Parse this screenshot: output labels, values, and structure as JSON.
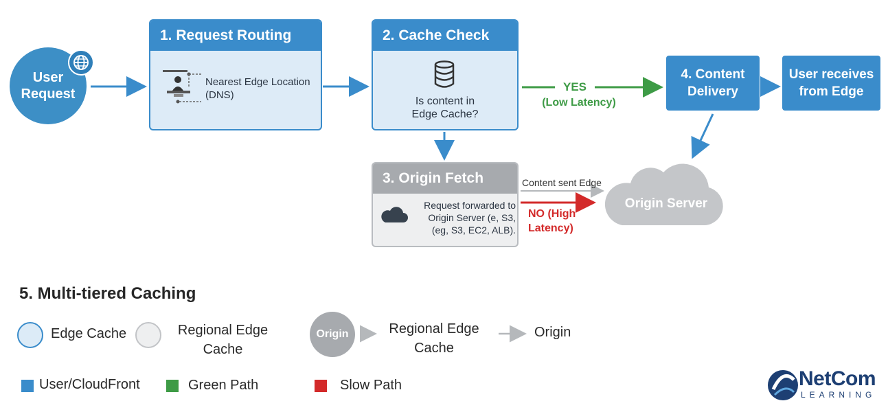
{
  "user_request": {
    "line1": "User",
    "line2": "Request"
  },
  "step1": {
    "title": "1. Request Routing",
    "text_line1": "Nearest Edge Location",
    "text_line2": "(DNS)"
  },
  "step2": {
    "title": "2. Cache Check",
    "text_line1": "Is content in",
    "text_line2": "Edge Cache?"
  },
  "yes_path": {
    "label": "YES",
    "sub": "(Low Latency)"
  },
  "step4": {
    "line1": "4. Content",
    "line2": "Delivery"
  },
  "user_receives": {
    "line1": "User receives",
    "line2": "from Edge"
  },
  "step3": {
    "title": "3. Origin Fetch",
    "text_line1": "Request forwarded to",
    "text_line2": "Origin Server (e, S3,",
    "text_line3": "(eg, S3, EC2, ALB)."
  },
  "content_sent": "Content sent Edge",
  "no_path": {
    "line1": "NO (High",
    "line2": "Latency)"
  },
  "origin_server": "Origin Server",
  "caching": {
    "title": "5. Multi-tiered Caching",
    "edge_cache": "Edge Cache",
    "regional_line1": "Regional Edge",
    "regional_line2": "Cache",
    "origin_badge": "Origin",
    "flow_regional_line1": "Regional Edge",
    "flow_regional_line2": "Cache",
    "flow_origin": "Origin"
  },
  "legend": {
    "blue": "User/CloudFront",
    "green": "Green Path",
    "red": "Slow Path"
  },
  "logo": {
    "name": "NetCom",
    "sub": "LEARNING"
  },
  "colors": {
    "blue": "#3a8ccb",
    "green": "#3e9b46",
    "red": "#d32a2a",
    "grey": "#a7aaae"
  }
}
